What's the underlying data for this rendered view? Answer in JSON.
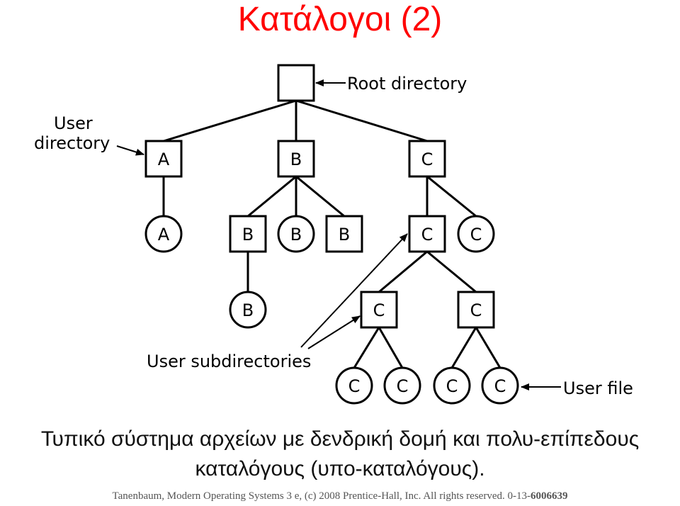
{
  "title": "Κατάλογοι (2)",
  "diagram": {
    "nodes": [
      {
        "id": "root",
        "shape": "square",
        "label": ""
      },
      {
        "id": "dir-a",
        "shape": "square",
        "label": "A"
      },
      {
        "id": "dir-b",
        "shape": "square",
        "label": "B"
      },
      {
        "id": "dir-c",
        "shape": "square",
        "label": "C"
      },
      {
        "id": "file-a",
        "shape": "circle",
        "label": "A"
      },
      {
        "id": "dir-b1",
        "shape": "square",
        "label": "B"
      },
      {
        "id": "file-b1",
        "shape": "circle",
        "label": "B"
      },
      {
        "id": "dir-b2",
        "shape": "square",
        "label": "B"
      },
      {
        "id": "file-b2",
        "shape": "circle",
        "label": "B"
      },
      {
        "id": "dir-c1",
        "shape": "square",
        "label": "C"
      },
      {
        "id": "file-c1",
        "shape": "circle",
        "label": "C"
      },
      {
        "id": "dir-c2",
        "shape": "square",
        "label": "C"
      },
      {
        "id": "dir-c3",
        "shape": "square",
        "label": "C"
      },
      {
        "id": "file-c2",
        "shape": "circle",
        "label": "C"
      },
      {
        "id": "file-c3",
        "shape": "circle",
        "label": "C"
      },
      {
        "id": "file-c4",
        "shape": "circle",
        "label": "C"
      },
      {
        "id": "file-c5",
        "shape": "circle",
        "label": "C"
      }
    ],
    "edges": [
      [
        "root",
        "dir-a"
      ],
      [
        "root",
        "dir-b"
      ],
      [
        "root",
        "dir-c"
      ],
      [
        "dir-a",
        "file-a"
      ],
      [
        "dir-b",
        "dir-b1"
      ],
      [
        "dir-b",
        "file-b1"
      ],
      [
        "dir-b",
        "dir-b2"
      ],
      [
        "dir-b1",
        "file-b2"
      ],
      [
        "dir-c",
        "dir-c1"
      ],
      [
        "dir-c",
        "file-c1"
      ],
      [
        "dir-c1",
        "dir-c2"
      ],
      [
        "dir-c1",
        "dir-c3"
      ],
      [
        "dir-c2",
        "file-c2"
      ],
      [
        "dir-c2",
        "file-c3"
      ],
      [
        "dir-c3",
        "file-c4"
      ],
      [
        "dir-c3",
        "file-c5"
      ]
    ],
    "callouts": {
      "root": "Root directory",
      "user_directory_line1": "User",
      "user_directory_line2": "directory",
      "user_subdirectories": "User subdirectories",
      "user_file": "User file"
    }
  },
  "caption": {
    "line1": "Τυπικό σύστημα αρχείων με δενδρική δομή και πολυ-επίπεδους",
    "line2": "καταλόγους (υπο-καταλόγους)."
  },
  "footer": {
    "text": "Tanenbaum, Modern Operating Systems 3 e, (c) 2008 Prentice-Hall, Inc. All rights reserved. 0-13-",
    "bold": "6006639"
  }
}
